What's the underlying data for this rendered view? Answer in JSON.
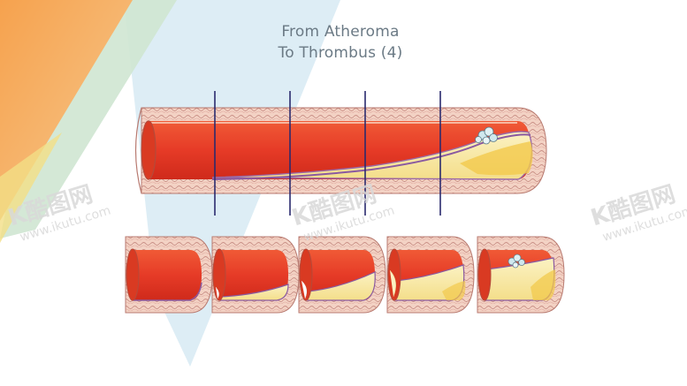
{
  "slide": {
    "title_line1": "From Atheroma",
    "title_line2": "To Thrombus (4)"
  },
  "watermark": {
    "logo": "K酷图网",
    "url": "www.ikutu.com"
  },
  "colors": {
    "blood": "#e8402a",
    "blood_dark": "#c8281a",
    "plaque": "#f7e7a6",
    "plaque_core": "#f2c94c",
    "vessel_wall": "#f3d4c8",
    "elastic_lamina": "#8a5aa0",
    "marker_line": "#2a2a6e",
    "bg_orange": "#f4b26a",
    "bg_green": "#c9e3cf",
    "bg_blue": "#cfe6f1"
  },
  "diagram": {
    "section_count": 5,
    "marker_count": 4,
    "thrombus_shown": true
  }
}
